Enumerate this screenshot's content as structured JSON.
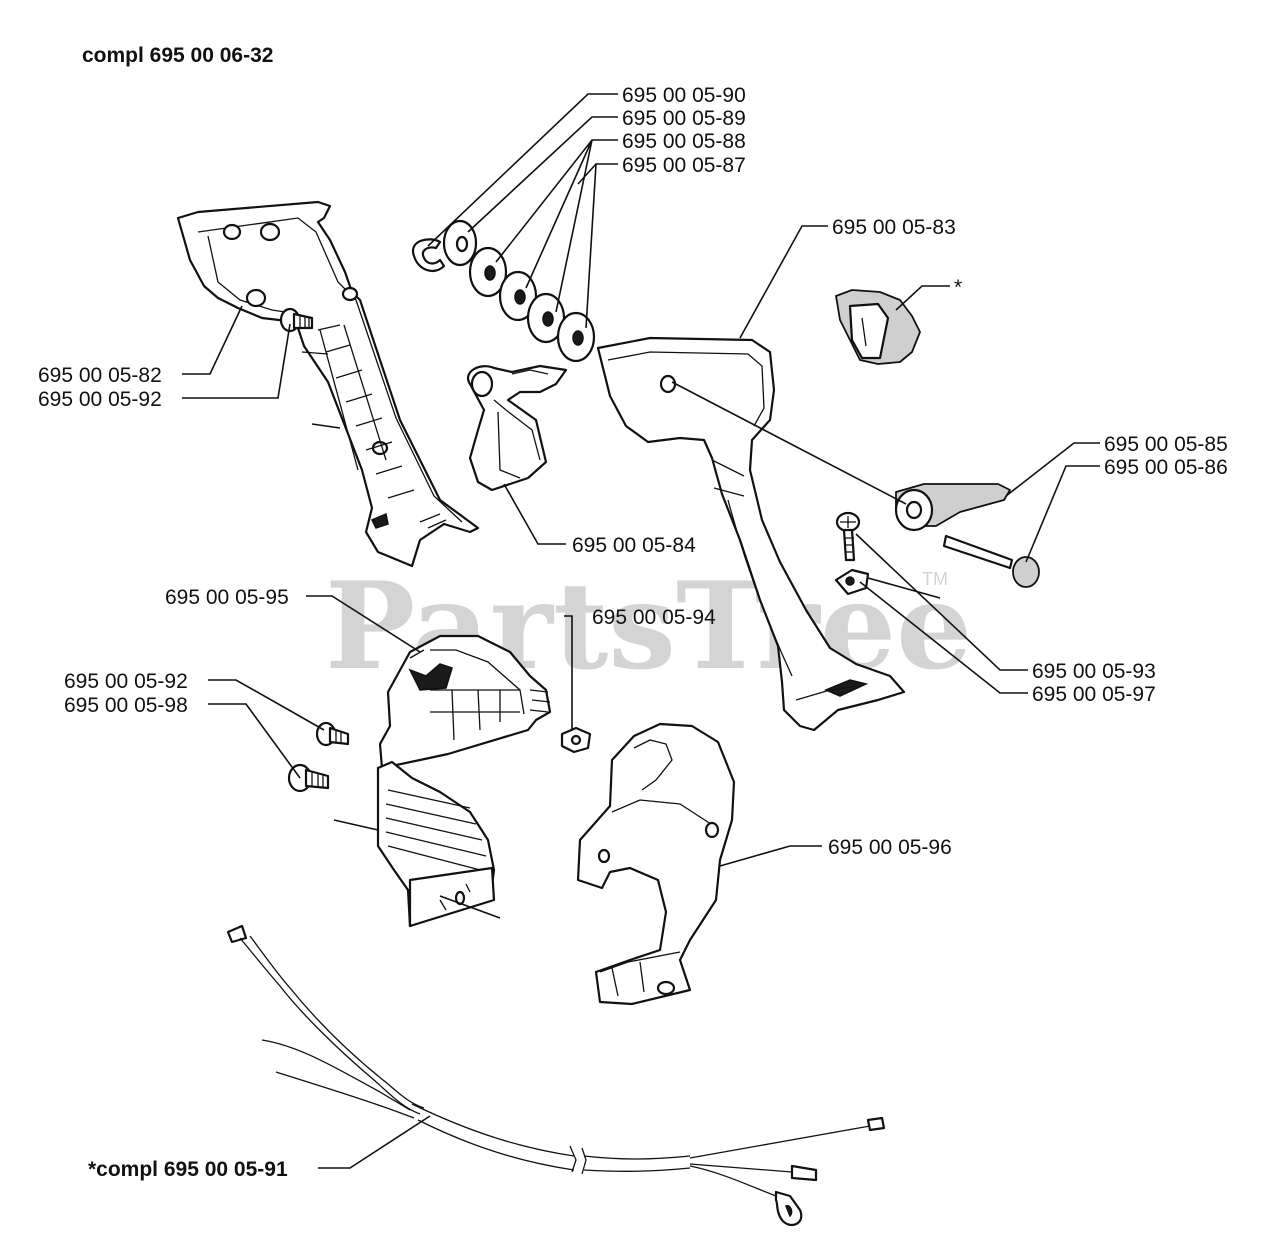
{
  "header_title": "compl 695 00 06-32",
  "watermark": {
    "text": "PartsTree",
    "trademark": "TM"
  },
  "parts": [
    {
      "id": "p90",
      "label": "695 00 05-90"
    },
    {
      "id": "p89",
      "label": "695 00 05-89"
    },
    {
      "id": "p88",
      "label": "695 00 05-88"
    },
    {
      "id": "p87",
      "label": "695 00 05-87"
    },
    {
      "id": "p83",
      "label": "695 00 05-83"
    },
    {
      "id": "star",
      "label": "*"
    },
    {
      "id": "p82",
      "label": "695 00 05-82"
    },
    {
      "id": "p92a",
      "label": "695 00 05-92"
    },
    {
      "id": "p85",
      "label": "695 00 05-85"
    },
    {
      "id": "p86",
      "label": "695 00 05-86"
    },
    {
      "id": "p84",
      "label": "695 00 05-84"
    },
    {
      "id": "p95",
      "label": "695 00 05-95"
    },
    {
      "id": "p94",
      "label": "695 00 05-94"
    },
    {
      "id": "p93",
      "label": "695 00 05-93"
    },
    {
      "id": "p97",
      "label": "695 00 05-97"
    },
    {
      "id": "p92b",
      "label": "695 00 05-92"
    },
    {
      "id": "p98",
      "label": "695 00 05-98"
    },
    {
      "id": "p96",
      "label": "695 00 05-96"
    },
    {
      "id": "p91",
      "label": "*compl 695 00 05-91"
    }
  ]
}
